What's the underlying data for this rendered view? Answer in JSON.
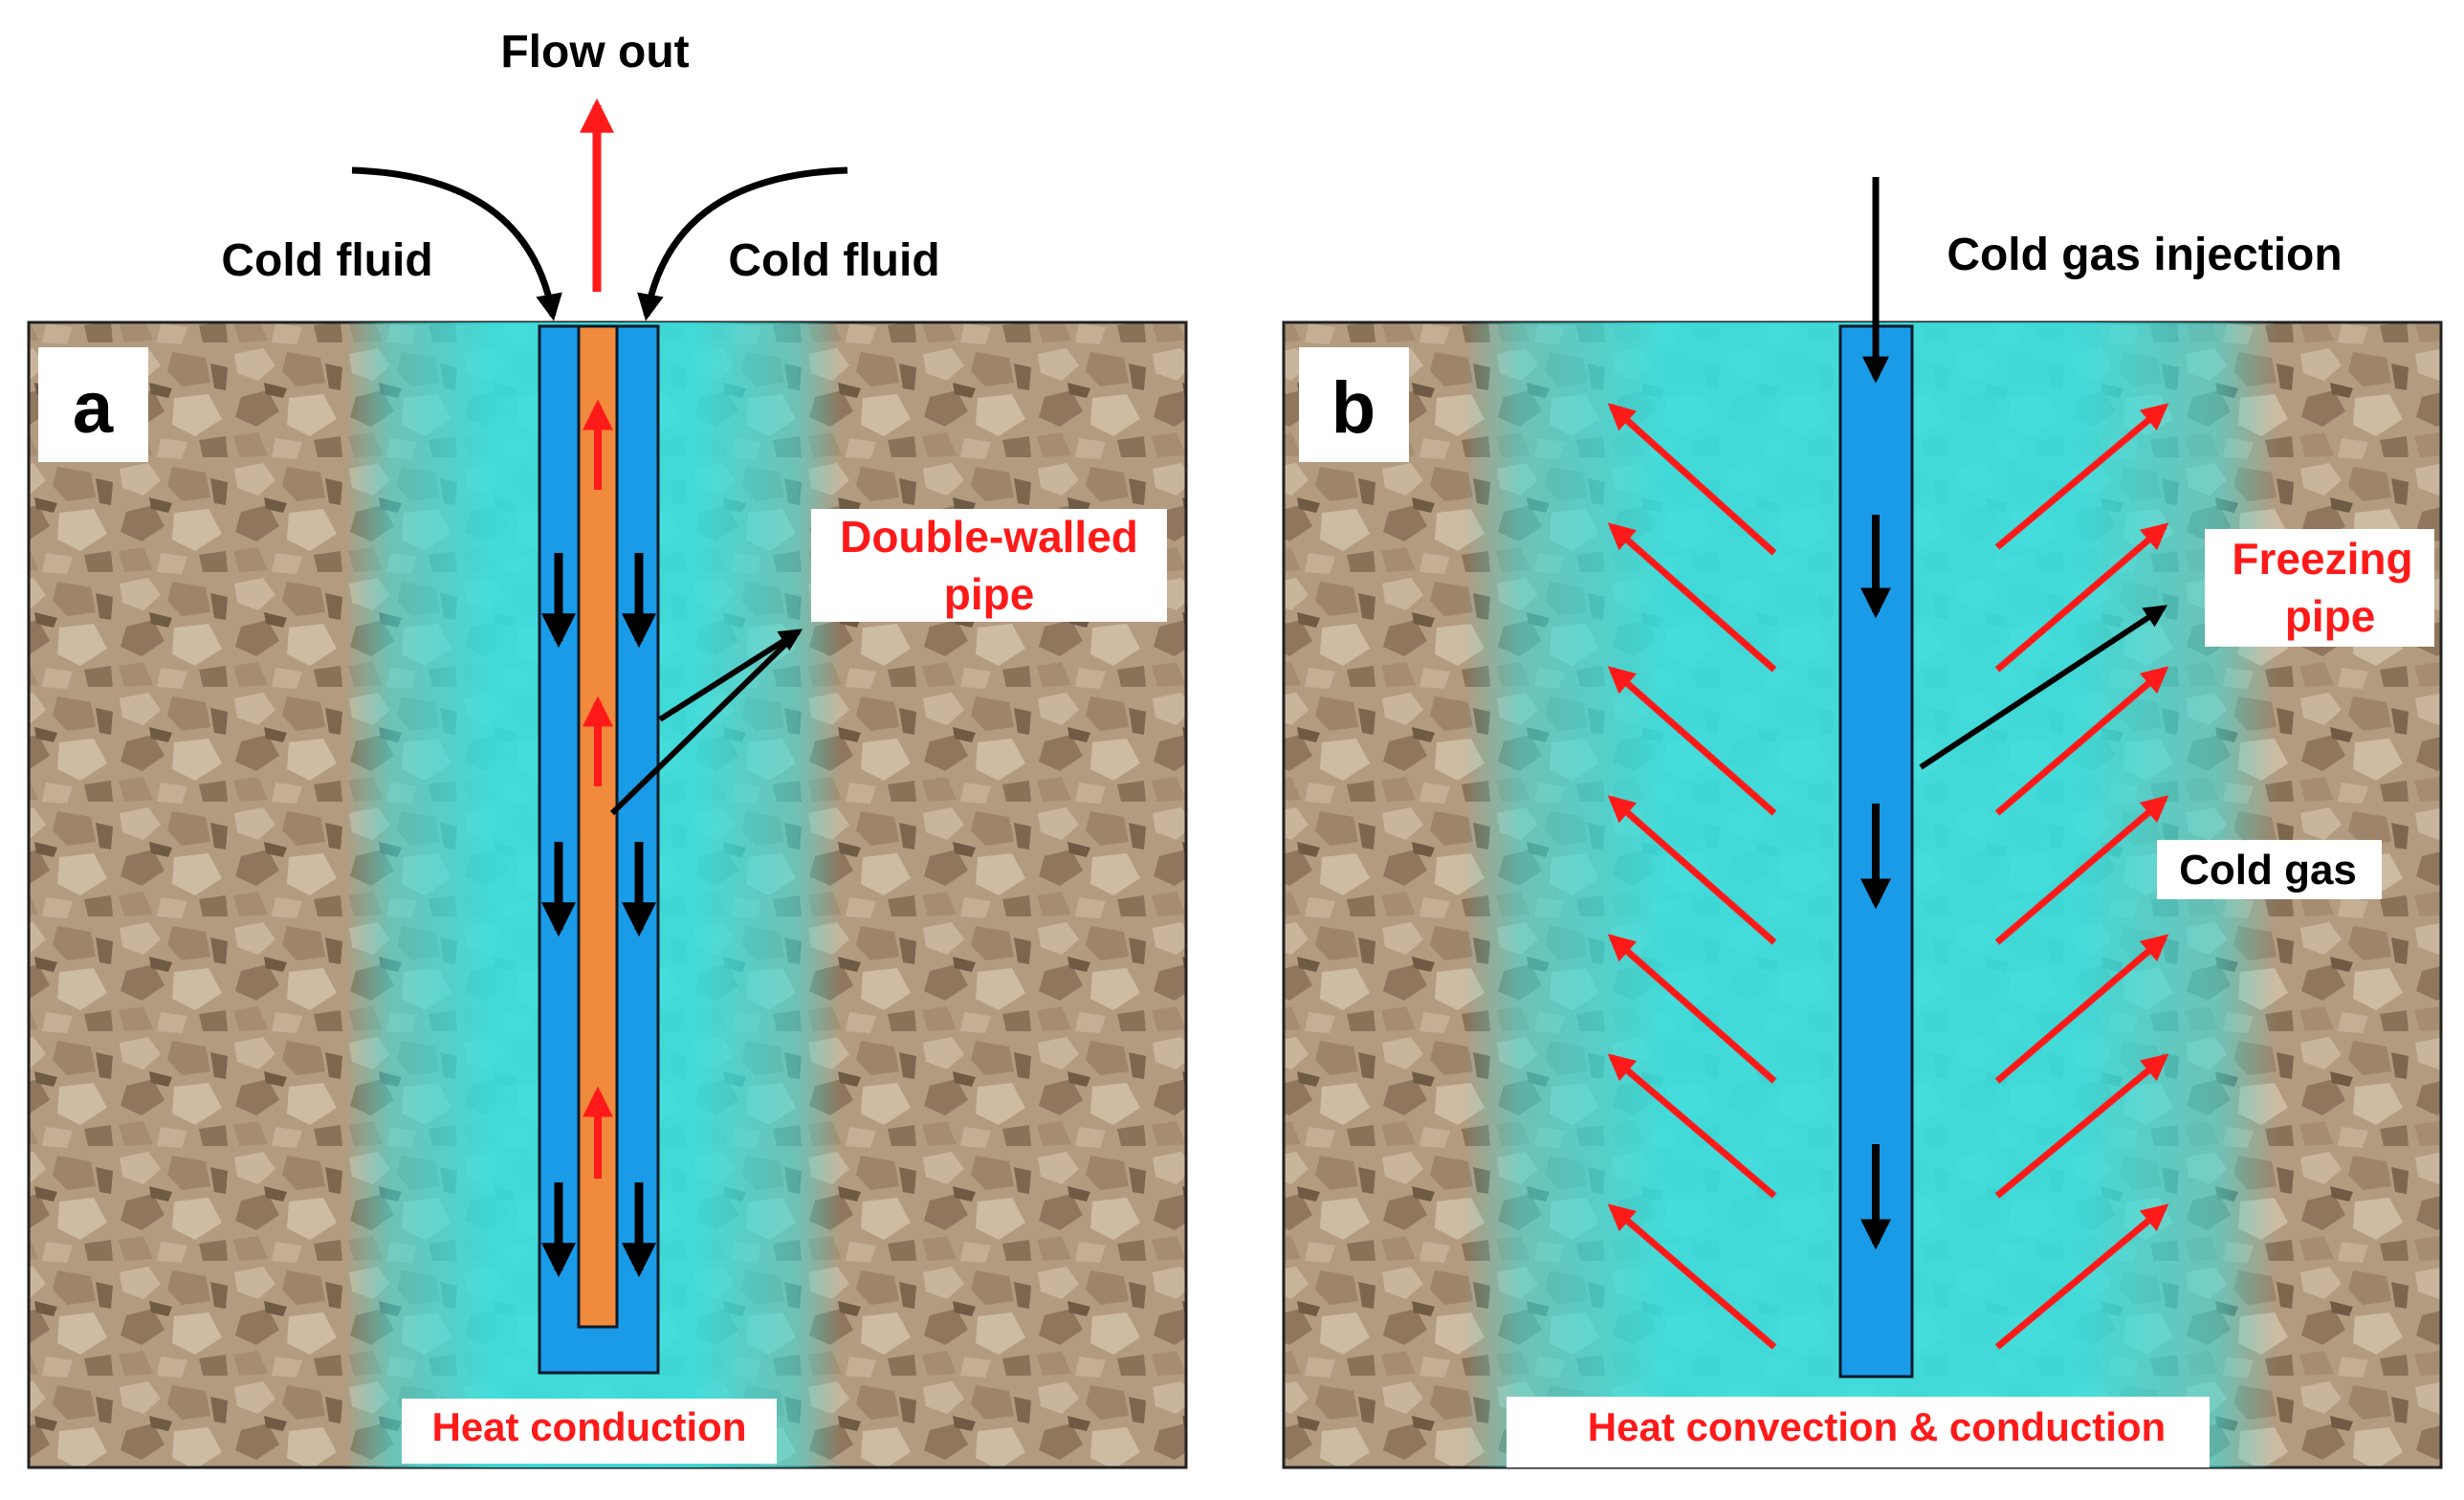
{
  "panel_a": {
    "letter": "a",
    "flow_out": "Flow out",
    "cold_fluid_left": "Cold fluid",
    "cold_fluid_right": "Cold fluid",
    "pipe_label_line1": "Double-walled",
    "pipe_label_line2": "pipe",
    "bottom_label": "Heat conduction"
  },
  "panel_b": {
    "letter": "b",
    "injection": "Cold gas injection",
    "pipe_label_line1": "Freezing",
    "pipe_label_line2": "pipe",
    "cold_gas": "Cold gas",
    "bottom_label": "Heat convection & conduction"
  },
  "colors": {
    "soil": "#b39b80",
    "frozen_zone": "#38e0e0",
    "pipe_blue": "#1a9be8",
    "pipe_orange": "#f08a3c",
    "arrow_red": "#ff1a1a",
    "arrow_black": "#000000",
    "label_red": "#ff1a1a"
  }
}
